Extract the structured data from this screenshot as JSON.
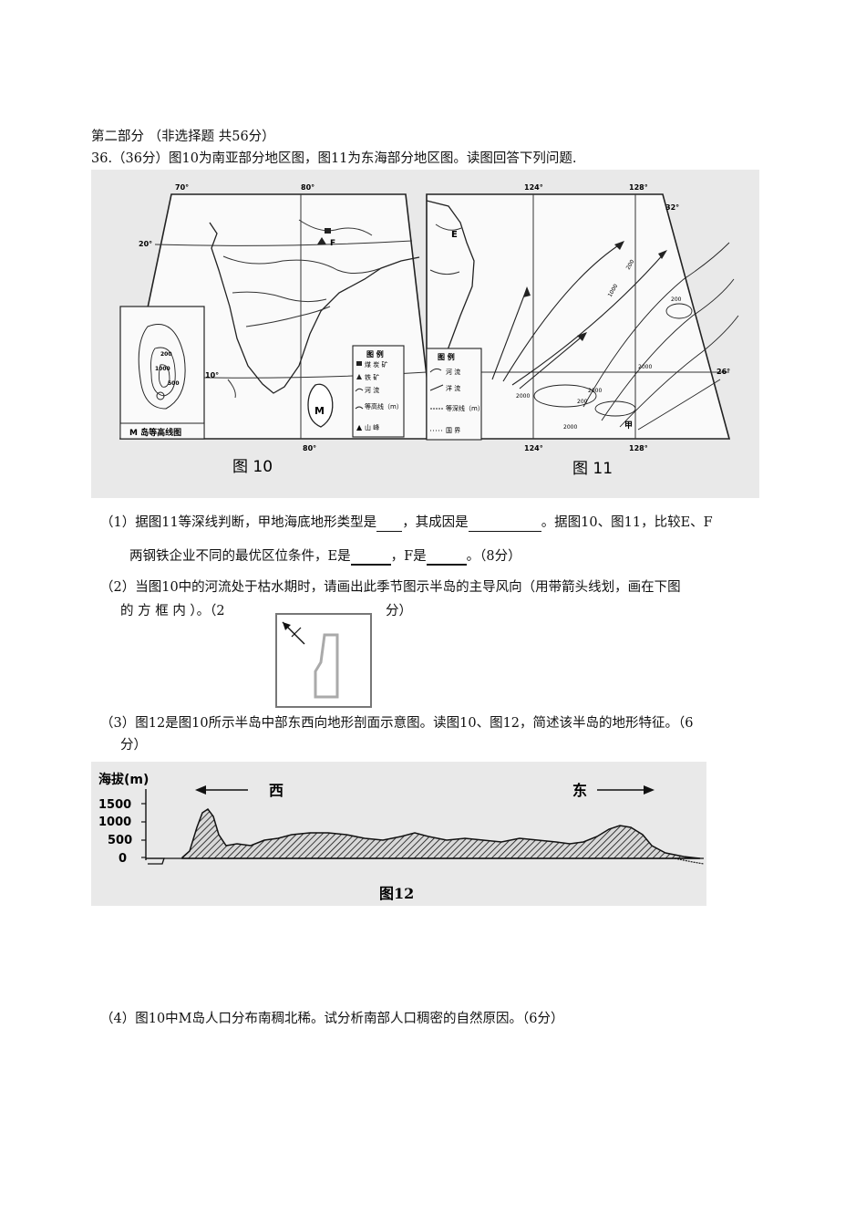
{
  "section_title": "第二部分 （非选择题 共56分）",
  "q36_intro": "36.（36分）图10为南亚部分地区图，图11为东海部分地区图。读图回答下列问题.",
  "fig10": {
    "caption": "图 10",
    "lon_labels": [
      "70°",
      "80°",
      "80°"
    ],
    "lat_labels": [
      "20°",
      "10°"
    ],
    "place_labels": [
      "F",
      "M"
    ],
    "inset_title": "M 岛等高线图",
    "inset_contours": [
      "200",
      "1000",
      "500"
    ],
    "legend_title": "图 例",
    "legend_items": [
      "煤 炭 矿",
      "铁 矿",
      "河 流",
      "等高线（m）",
      "山 峰"
    ]
  },
  "fig11": {
    "caption": "图 11",
    "lon_labels_top": [
      "124°",
      "128°"
    ],
    "lon_labels_bottom": [
      "124°",
      "128°"
    ],
    "lat_labels": [
      "32°",
      "26°"
    ],
    "place_labels": [
      "E",
      "甲"
    ],
    "depth_labels": [
      "200",
      "1000",
      "2000",
      "200",
      "2000",
      "2000",
      "2000",
      "200"
    ],
    "legend_title": "图 例",
    "legend_items": [
      "河 流",
      "洋 流",
      "等深线（m）",
      "国 界"
    ]
  },
  "q1_a": "（1）据图11等深线判断，甲地海底地形类型是",
  "q1_b": "，其成因是",
  "q1_c": "。据图10、图11，比较E、F",
  "q1_line2_a": "两钢铁企业不同的最优区位条件，E是",
  "q1_line2_b": "，F是",
  "q1_line2_c": "。（8分）",
  "q2_line1": "（2）当图10中的河流处于枯水期时，请画出此季节图示半岛的主导风向（用带箭头线划，画在下图",
  "q2_line2_a": "的 方 框 内 ）。（2",
  "q2_line2_b": "分）",
  "q3_line1": "（3）图12是图10所示半岛中部东西向地形剖面示意图。读图10、图12，简述该半岛的地形特征。（6",
  "q3_line2": "分）",
  "fig12": {
    "caption": "图12",
    "ylabel": "海拔(m)",
    "yticks": [
      "1500",
      "1000",
      "500",
      "0"
    ],
    "west_label": "西",
    "east_label": "东"
  },
  "q4": "（4）图10中M岛人口分布南稠北稀。试分析南部人口稠密的自然原因。（6分）"
}
